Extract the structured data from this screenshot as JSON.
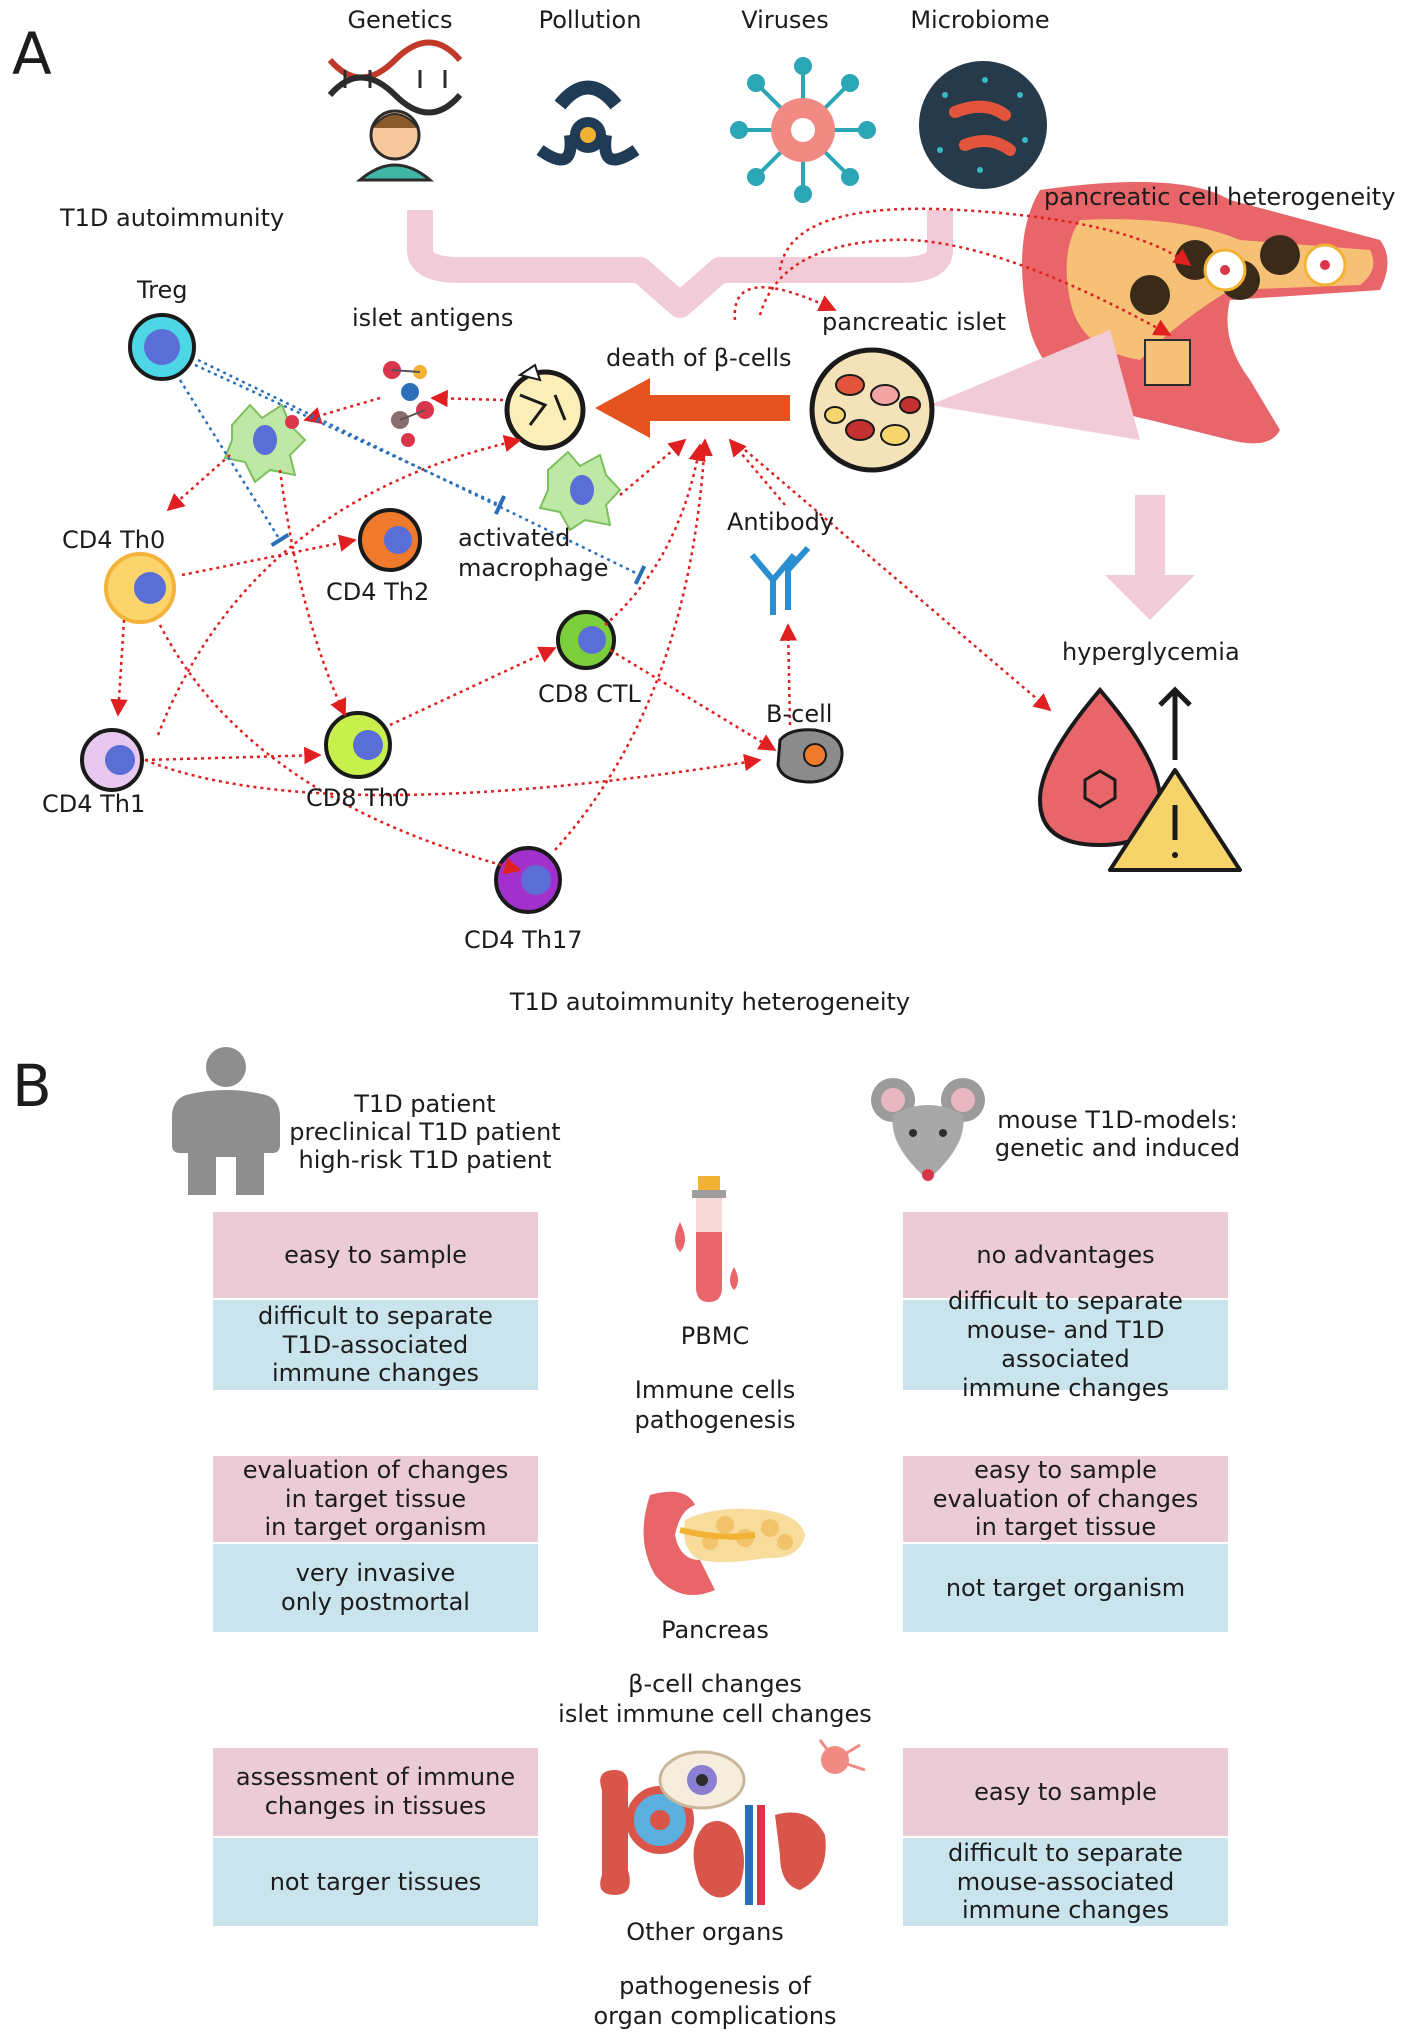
{
  "panelA": {
    "label": "A",
    "factors": [
      "Genetics",
      "Pollution",
      "Viruses",
      "Microbiome"
    ],
    "t1d_autoimmunity": "T1D autoimmunity",
    "pancreatic_heterogeneity": "pancreatic cell heterogeneity",
    "pancreatic_islet": "pancreatic islet",
    "islet_antigens": "islet antigens",
    "death_beta": "death of β-cells",
    "treg": "Treg",
    "cd4_th0": "CD4 Th0",
    "cd4_th1": "CD4 Th1",
    "cd4_th2": "CD4 Th2",
    "cd4_th17": "CD4 Th17",
    "cd8_th0": "CD8 Th0",
    "cd8_ctl": "CD8 CTL",
    "bcell": "B-cell",
    "antibody": "Antibody",
    "activated_line1": "activated",
    "activated_line2": "macrophage",
    "hyperglycemia": "hyperglycemia",
    "heterogeneity": "T1D autoimmunity heterogeneity"
  },
  "panelB": {
    "label": "B",
    "human": {
      "line1": "T1D patient",
      "line2": "preclinical T1D patient",
      "line3": "high-risk T1D patient"
    },
    "mouse": {
      "line1": "mouse T1D-models:",
      "line2": "genetic and induced"
    },
    "rows": [
      {
        "center_title": "PBMC",
        "center_sub1": "Immune cells",
        "center_sub2": "pathogenesis",
        "human_pink": [
          "easy to sample"
        ],
        "human_blue": [
          "difficult to separate",
          "T1D-associated",
          "immune changes"
        ],
        "mouse_pink": [
          "no advantages"
        ],
        "mouse_blue": [
          "difficult to separate",
          "mouse- and T1D associated",
          "immune changes"
        ]
      },
      {
        "center_title": "Pancreas",
        "center_sub1": "β-cell changes",
        "center_sub2": "islet immune cell changes",
        "human_pink": [
          "evaluation of changes",
          "in target tissue",
          "in target organism"
        ],
        "human_blue": [
          "very invasive",
          "only postmortal"
        ],
        "mouse_pink": [
          "easy to sample",
          "evaluation of changes",
          "in target tissue"
        ],
        "mouse_blue": [
          "not target organism"
        ]
      },
      {
        "center_title": "Other organs",
        "center_sub1": "pathogenesis of",
        "center_sub2": "organ complications",
        "human_pink": [
          "assessment of immune",
          "changes in tissues"
        ],
        "human_blue": [
          "not targer tissues"
        ],
        "mouse_pink": [
          "easy to sample"
        ],
        "mouse_blue": [
          "difficult to separate",
          "mouse-associated",
          "immune changes"
        ]
      }
    ]
  },
  "colors": {
    "pink": "#ebcbd6",
    "blue": "#c9e4ec",
    "arrow": "#e02020",
    "big_arrow": "#e4531f"
  }
}
